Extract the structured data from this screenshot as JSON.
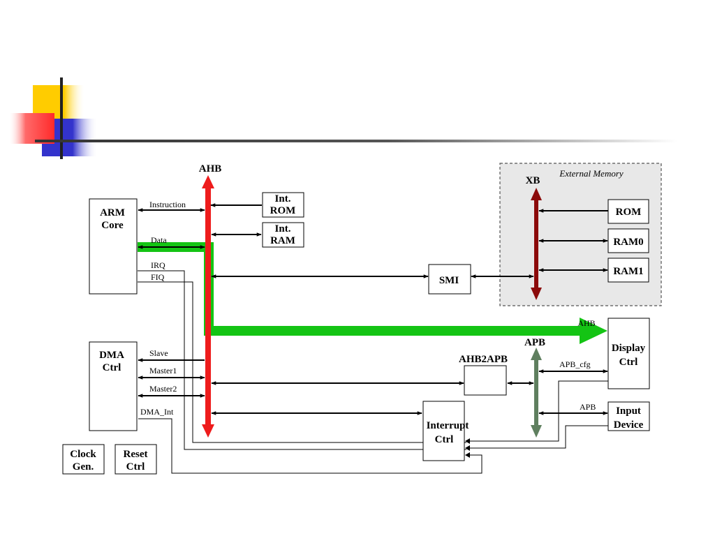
{
  "buses": {
    "ahb": "AHB",
    "xb": "XB",
    "apb": "APB",
    "ahb_branch": "AHB"
  },
  "external_memory": {
    "title": "External Memory",
    "rom": "ROM",
    "ram0": "RAM0",
    "ram1": "RAM1"
  },
  "blocks": {
    "arm_core": [
      "ARM",
      "Core"
    ],
    "int_rom": [
      "Int.",
      "ROM"
    ],
    "int_ram": [
      "Int.",
      "RAM"
    ],
    "smi": "SMI",
    "dma_ctrl": [
      "DMA",
      "Ctrl"
    ],
    "ahb2apb": "AHB2APB",
    "interrupt_ctrl": [
      "Interrupt",
      "Ctrl"
    ],
    "display_ctrl": [
      "Display",
      "Ctrl"
    ],
    "input_device": [
      "Input",
      "Device"
    ],
    "clock_gen": [
      "Clock",
      "Gen."
    ],
    "reset_ctrl": [
      "Reset",
      "Ctrl"
    ]
  },
  "signals": {
    "instruction": "Instruction",
    "data": "Data",
    "irq": "IRQ",
    "fiq": "FIQ",
    "slave": "Slave",
    "master1": "Master1",
    "master2": "Master2",
    "dma_int": "DMA_Int",
    "apb_cfg": "APB_cfg",
    "apb": "APB"
  },
  "colors": {
    "ahb_bus": "#ee1c1c",
    "xb_bus": "#8b0a0a",
    "apb_bus": "#5f7f5f",
    "data_path": "#14c414",
    "deco_yellow": "#ffcc00",
    "deco_blue": "#3333cc",
    "deco_red": "#ff4d4d",
    "ext_mem_bg": "#e8e8e8"
  }
}
